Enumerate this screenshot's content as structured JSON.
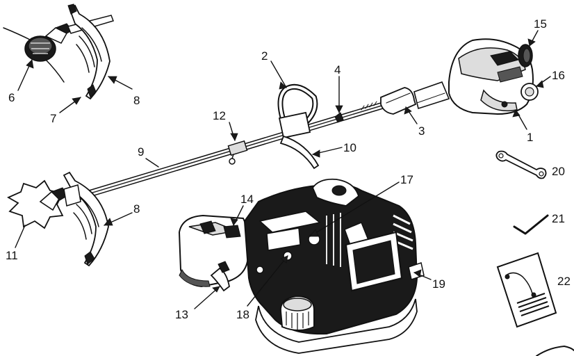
{
  "diagram": {
    "callouts": [
      {
        "id": "1",
        "text": "1"
      },
      {
        "id": "2",
        "text": "2"
      },
      {
        "id": "3",
        "text": "3"
      },
      {
        "id": "4",
        "text": "4"
      },
      {
        "id": "6",
        "text": "6"
      },
      {
        "id": "7",
        "text": "7"
      },
      {
        "id": "8a",
        "text": "8"
      },
      {
        "id": "8b",
        "text": "8"
      },
      {
        "id": "9",
        "text": "9"
      },
      {
        "id": "10",
        "text": "10"
      },
      {
        "id": "11",
        "text": "11"
      },
      {
        "id": "12",
        "text": "12"
      },
      {
        "id": "13",
        "text": "13"
      },
      {
        "id": "14",
        "text": "14"
      },
      {
        "id": "15",
        "text": "15"
      },
      {
        "id": "16",
        "text": "16"
      },
      {
        "id": "17",
        "text": "17"
      },
      {
        "id": "18",
        "text": "18"
      },
      {
        "id": "19",
        "text": "19"
      },
      {
        "id": "20",
        "text": "20"
      },
      {
        "id": "21",
        "text": "21"
      },
      {
        "id": "22",
        "text": "22"
      }
    ],
    "parts": [
      {
        "id": "trimmer-head-with-shield",
        "icon": "trimmer-head-icon"
      },
      {
        "id": "drive-shaft",
        "icon": "shaft-icon"
      },
      {
        "id": "loop-handle",
        "icon": "loop-handle-icon"
      },
      {
        "id": "engine-unit",
        "icon": "engine-icon"
      },
      {
        "id": "blade-assembly",
        "icon": "blade-icon"
      },
      {
        "id": "engine-closeup",
        "icon": "engine-closeup-icon"
      },
      {
        "id": "spanner-wrench",
        "icon": "wrench-icon"
      },
      {
        "id": "hex-key",
        "icon": "hex-key-icon"
      },
      {
        "id": "manual",
        "icon": "manual-icon"
      }
    ]
  }
}
